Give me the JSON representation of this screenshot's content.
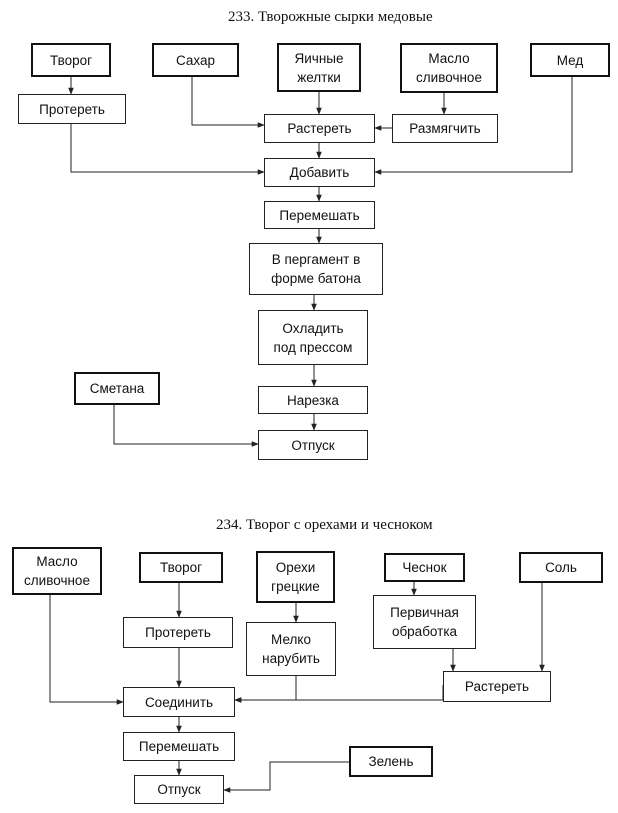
{
  "diagram1": {
    "title": "233. Творожные сырки медовые",
    "nodes": {
      "tvorog": "Творог",
      "sahar": "Сахар",
      "zheltki": "Яичные\nжелтки",
      "maslo": "Масло\nсливочное",
      "med": "Мед",
      "proteret": "Протереть",
      "rasteret": "Растереть",
      "razmyagchit": "Размягчить",
      "dobavit": "Добавить",
      "peremeshat": "Перемешать",
      "pergament": "В пергамент в\nформе батона",
      "ohladit": "Охладить\nпод прессом",
      "smetana": "Сметана",
      "narezka": "Нарезка",
      "otpusk": "Отпуск"
    }
  },
  "diagram2": {
    "title": "234. Творог с орехами и чесноком",
    "nodes": {
      "maslo": "Масло\nсливочное",
      "tvorog": "Творог",
      "orehi": "Орехи\nгрецкие",
      "chesnok": "Чеснок",
      "sol": "Соль",
      "proteret": "Протереть",
      "melko": "Мелко\nнарубить",
      "pervichnaya": "Первичная\nобработка",
      "rasteret": "Растереть",
      "soedinit": "Соединить",
      "peremeshat": "Перемешать",
      "zelen": "Зелень",
      "otpusk": "Отпуск"
    }
  }
}
